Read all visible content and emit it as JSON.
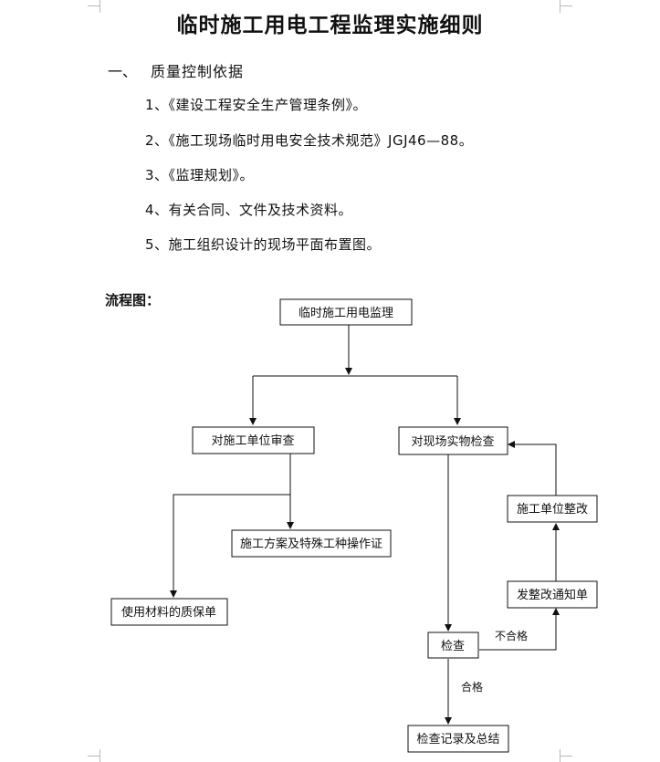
{
  "document": {
    "title": "临时施工用电工程监理实施细则",
    "section": {
      "number": "一、",
      "title": "质量控制依据"
    },
    "basis_items": [
      "1、《建设工程安全生产管理条例》。",
      "2、《施工现场临时用电安全技术规范》JGJ46—88。",
      "3、《监理规划》。",
      "4、有关合同、文件及技术资料。",
      "5、施工组织设计的现场平面布置图。"
    ],
    "flowchart_label": "流程图："
  },
  "flowchart": {
    "nodes": {
      "root": "临时施工用电监理",
      "unit_review": "对施工单位审查",
      "site_check": "对现场实物检查",
      "scheme_cert": "施工方案及特殊工种操作证",
      "material_cert": "使用材料的质保单",
      "inspect": "检查",
      "rectify_notice": "发整改通知单",
      "unit_rectify": "施工单位整改",
      "record_summary": "检查记录及总结"
    },
    "edge_labels": {
      "fail": "不合格",
      "pass": "合格"
    }
  }
}
